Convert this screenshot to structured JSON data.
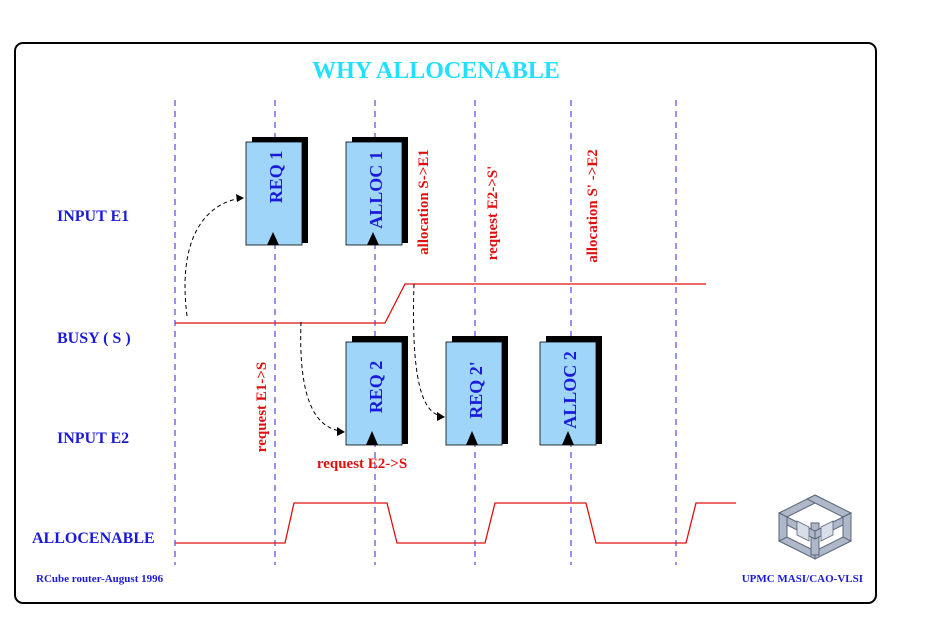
{
  "title": "WHY ALLOCENABLE",
  "signals": {
    "input_e1": "INPUT E1",
    "busy": "BUSY ( S )",
    "input_e2": "INPUT E2",
    "allocenable": "ALLOCENABLE"
  },
  "boxes": {
    "req1": "REQ 1",
    "alloc1": "ALLOC 1",
    "req2": "REQ 2",
    "req2p": "REQ 2'",
    "alloc2": "ALLOC 2"
  },
  "annotations": {
    "allocation_s_e1": "allocation S->E1",
    "request_e2_sp": "request E2->S'",
    "allocation_sp_e2": "allocation S' ->E2",
    "request_e1_s": "request E1->S",
    "request_e2_s": "request E2->S"
  },
  "footer": {
    "left": "RCube router-August 1996",
    "right": "UPMC MASI/CAO-VLSI"
  },
  "colors": {
    "title": "#22e0ff",
    "label": "#1a1ad8",
    "signal": "#e01010",
    "box_fill": "#9fd5f8",
    "grid": "#2a2ad8"
  },
  "logo": "rcube-logo"
}
